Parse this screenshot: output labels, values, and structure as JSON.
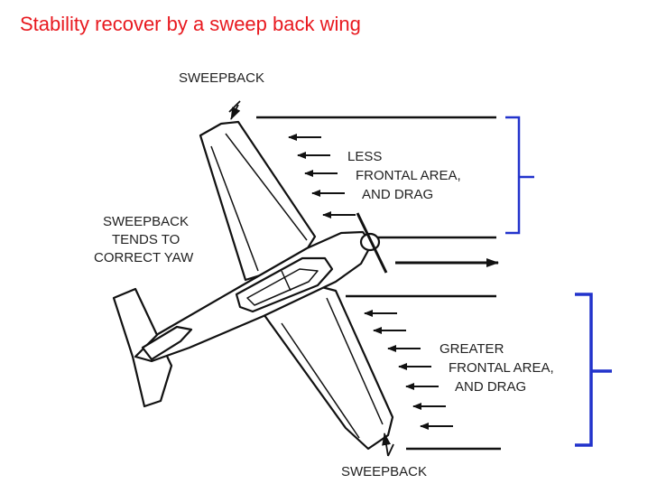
{
  "title": "Stability recover by a sweep back wing",
  "labels": {
    "sweepback_top": "SWEEPBACK",
    "sweepback_bottom": "SWEEPBACK",
    "tends": [
      "SWEEPBACK",
      "TENDS TO",
      "CORRECT YAW"
    ],
    "less": [
      "LESS",
      "FRONTAL AREA,",
      "AND DRAG"
    ],
    "greater": [
      "GREATER",
      "FRONTAL AREA,",
      "AND DRAG"
    ]
  },
  "colors": {
    "title": "#e8191f",
    "bracket": "#2233cc",
    "line": "#111111"
  }
}
